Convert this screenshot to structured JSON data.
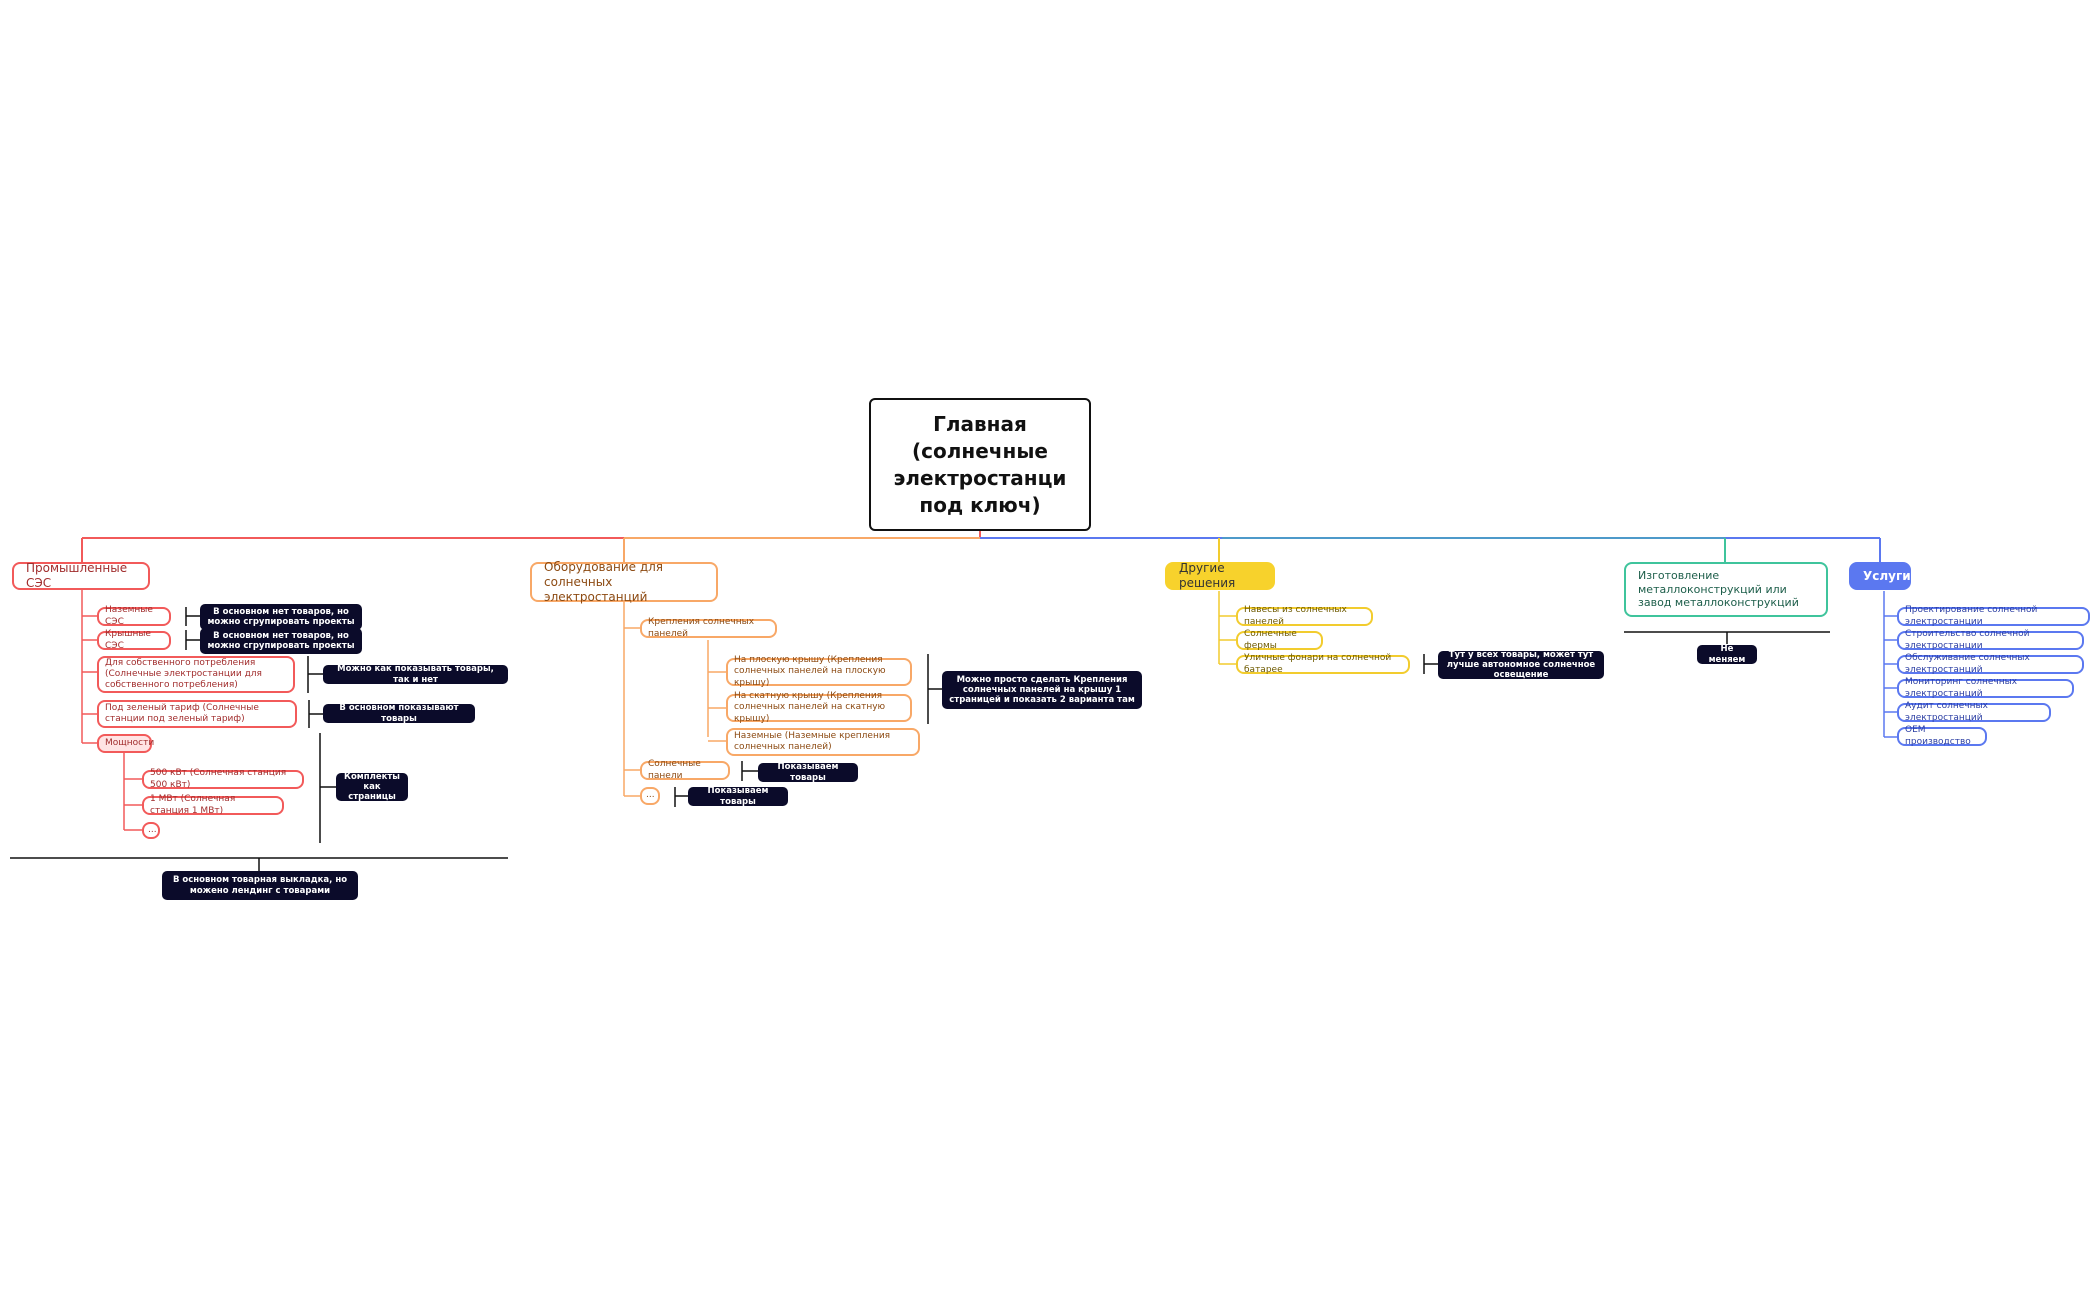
{
  "root": {
    "title": "Главная (солнечные электростанци под ключ)"
  },
  "branches": {
    "industrial": {
      "title": "Промышленные СЭС",
      "ground": "Наземные СЭС",
      "roof": "Крышные СЭС",
      "own": "Для собственного потребления (Солнечные электростанции для собственного потребления)",
      "green": "Под зеленый тариф (Солнечные станции под зеленый тариф)",
      "power": "Мощности",
      "kw500": "500 кВт (Солнечная станция 500 кВт)",
      "mw1": "1 МВт (Солнечная станция 1 МВт)",
      "more": "...",
      "note_ground": "В основном нет товаров, но можно сгрупировать проекты",
      "note_roof": "В основном нет товаров, но можно сгрупировать проекты",
      "note_own": "Можно как показывать товары, так и нет",
      "note_green": "В основном показывают товары",
      "note_sets": "Комплекты как страницы",
      "note_bottom": "В основном товарная выкладка, но можено лендинг с товарами"
    },
    "equipment": {
      "title": "Оборудование для солнечных электростанций",
      "mounts": "Крепления солнечных панелей",
      "flat": "На плоскую крышу (Крепления солнечных панелей на плоскую крышу)",
      "pitched": "На скатную крышу (Крепления солнечных панелей на скатную крышу)",
      "ground": "Наземные (Наземные крепления солнечных панелей)",
      "panels": "Солнечные панели",
      "more": "...",
      "note_mounts": "Можно просто сделать Крепления солнечных панелей на крышу 1 страницей и показать 2 варианта там",
      "note_panels": "Показываем товары",
      "note_more": "Показываем товары"
    },
    "other": {
      "title": "Другие решения",
      "canopies": "Навесы из солнечных панелей",
      "farms": "Солнечные фермы",
      "lamps": "Уличные фонари на солнечной батарее",
      "note_lamps": "Тут у всех товары, может тут лучше автономное солнечное освещение"
    },
    "metal": {
      "title": "Изготовление металлоконструкций или завод металлоконструкций",
      "note": "Не меняем"
    },
    "services": {
      "title": "Услуги",
      "items": [
        "Проектирование солнечной электростанции",
        "Строительство солнечной электростанции",
        "Обслуживание солнечных электростанций",
        "Мониторинг солнечных электростанций",
        "Аудит солнечных электростанций",
        "ОЕМ производство"
      ]
    }
  },
  "colors": {
    "red": "#f25a5a",
    "orange": "#f8a867",
    "yellow": "#f2cc2e",
    "green": "#3fc49c",
    "blue": "#5b78f0",
    "note_bg": "#0b0b2a"
  }
}
